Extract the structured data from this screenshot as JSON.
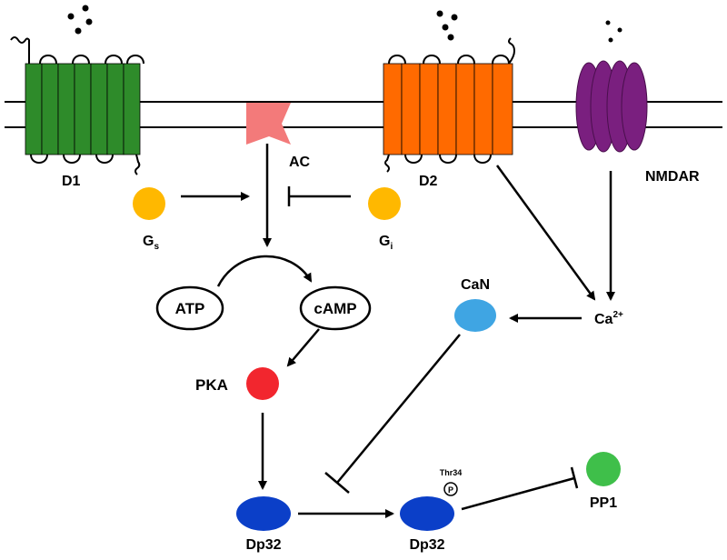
{
  "labels": {
    "d1": "D1",
    "d2": "D2",
    "ac": "AC",
    "nmdar": "NMDAR",
    "gs_main": "G",
    "gs_sub": "s",
    "gi_main": "G",
    "gi_sub": "i",
    "atp": "ATP",
    "camp": "cAMP",
    "pka": "PKA",
    "can": "CaN",
    "ca_main": "Ca",
    "ca_sup": "2+",
    "dp32_left": "Dp32",
    "dp32_right": "Dp32",
    "thr34": "Thr34",
    "phospho": "P",
    "pp1": "PP1"
  },
  "colors": {
    "d1": "#2e8b2a",
    "d2": "#ff6a00",
    "nmdar": "#7a1f7f",
    "ac": "#f37a7a",
    "g_protein": "#ffb800",
    "pka": "#f2262e",
    "can": "#3fa5e3",
    "dp32": "#0b3fc8",
    "pp1": "#3fbf4a"
  },
  "icons": {
    "ligand": "dopamine-dots-icon",
    "receptor": "seven-transmembrane-receptor-icon",
    "channel": "ion-channel-icon",
    "enzyme": "adenylyl-cyclase-icon"
  }
}
